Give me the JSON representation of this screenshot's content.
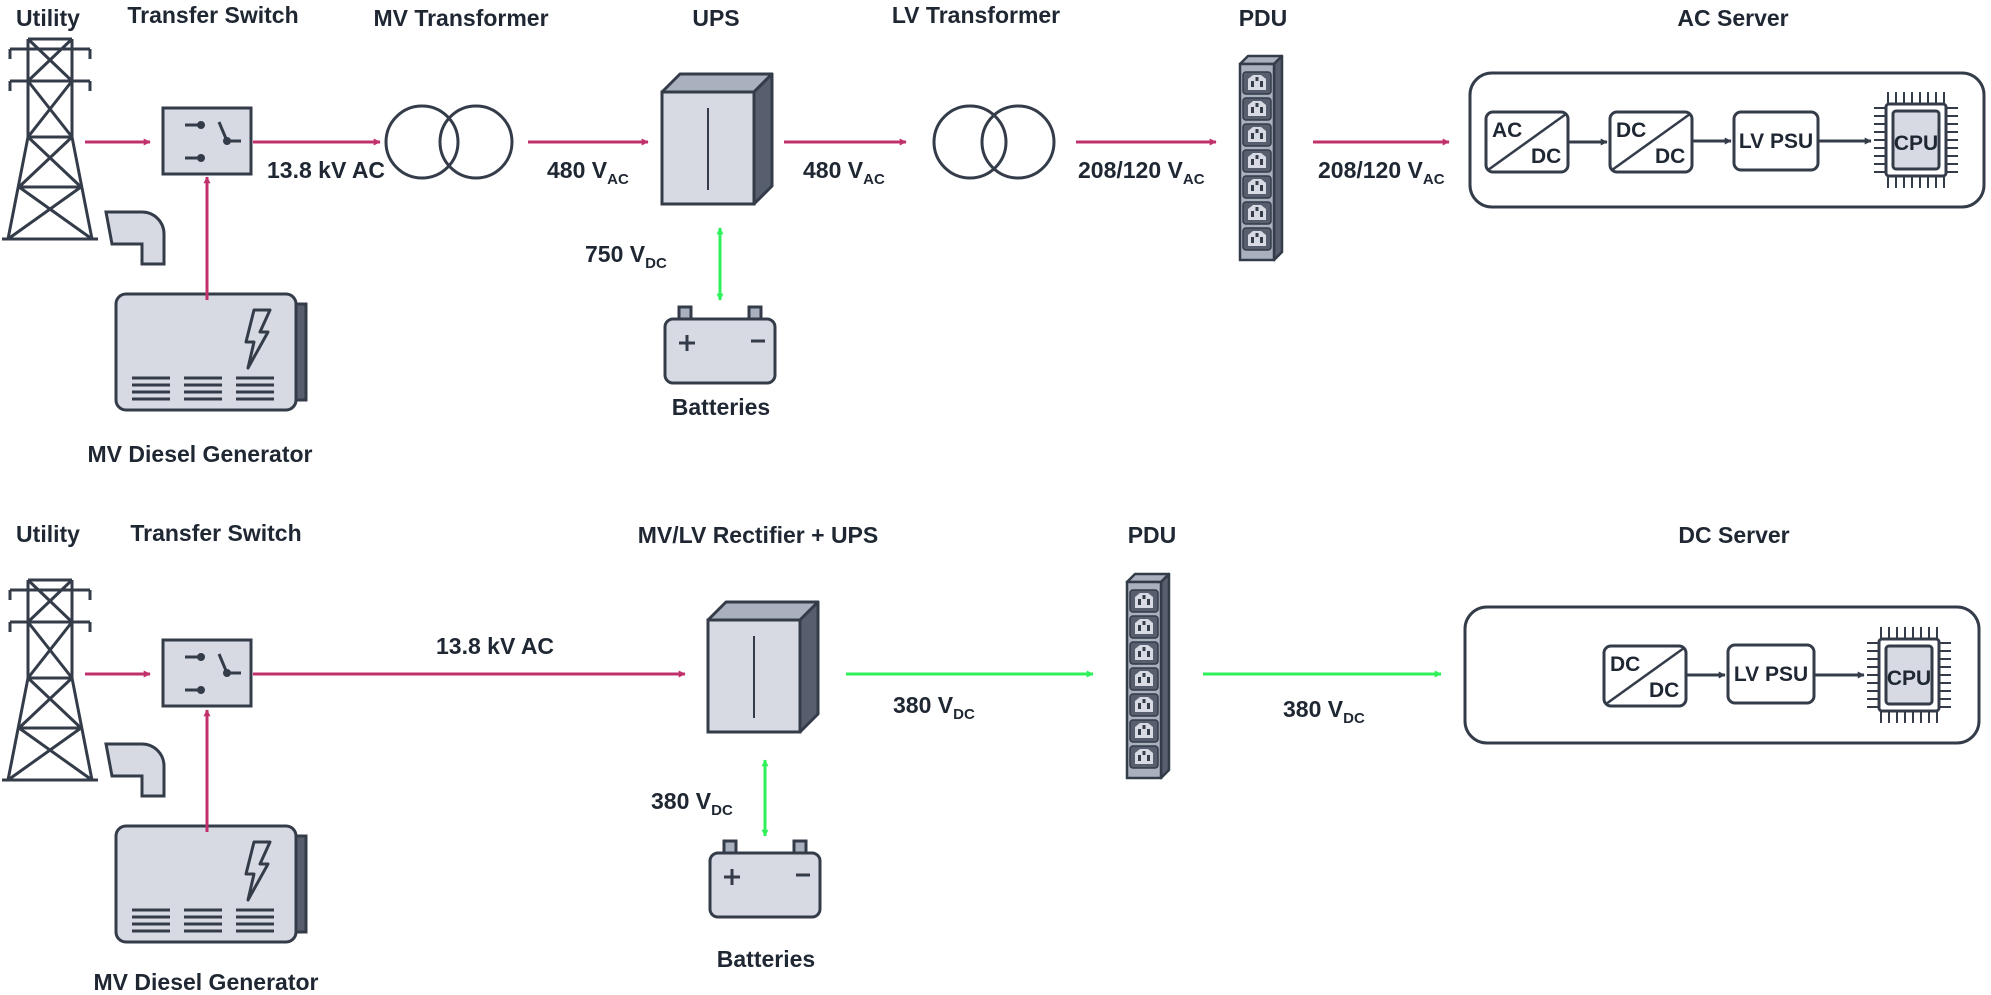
{
  "colors": {
    "ac_line": "#c0306a",
    "dc_line": "#2ef15a",
    "outline": "#343c4a",
    "fill_light": "#d7dae3",
    "fill_mid": "#a9b0be",
    "fill_dark": "#575f6f",
    "text": "#1f2733"
  },
  "icons": [
    "transmission-tower-icon",
    "transfer-switch-icon",
    "transformer-icon",
    "ups-cabinet-icon",
    "pdu-icon",
    "battery-icon",
    "diesel-generator-icon",
    "cpu-chip-icon"
  ],
  "top": {
    "labels": {
      "utility": "Utility",
      "transfer_switch": "Transfer Switch",
      "mv_transformer": "MV Transformer",
      "ups": "UPS",
      "lv_transformer": "LV Transformer",
      "pdu": "PDU",
      "ac_server": "AC Server",
      "batteries": "Batteries",
      "generator": "MV Diesel Generator"
    },
    "voltages": {
      "mv": "13.8 kV AC",
      "ups_in_main": "480 V",
      "ups_in_sub": "AC",
      "ups_out_main": "480 V",
      "ups_out_sub": "AC",
      "lv_out_main": "208/120 V",
      "lv_out_sub": "AC",
      "pdu_out_main": "208/120 V",
      "pdu_out_sub": "AC",
      "battery_main": "750 V",
      "battery_sub": "DC"
    },
    "server": {
      "acdc_top": "AC",
      "acdc_bottom": "DC",
      "dcdc_top": "DC",
      "dcdc_bottom": "DC",
      "psu": "LV PSU",
      "cpu": "CPU"
    }
  },
  "bottom": {
    "labels": {
      "utility": "Utility",
      "transfer_switch": "Transfer Switch",
      "rectifier": "MV/LV Rectifier + UPS",
      "pdu": "PDU",
      "dc_server": "DC Server",
      "batteries": "Batteries",
      "generator": "MV Diesel Generator"
    },
    "voltages": {
      "mv": "13.8 kV AC",
      "rect_out_main": "380 V",
      "rect_out_sub": "DC",
      "pdu_out_main": "380 V",
      "pdu_out_sub": "DC",
      "battery_main": "380 V",
      "battery_sub": "DC"
    },
    "server": {
      "dcdc_top": "DC",
      "dcdc_bottom": "DC",
      "psu": "LV PSU",
      "cpu": "CPU"
    }
  }
}
